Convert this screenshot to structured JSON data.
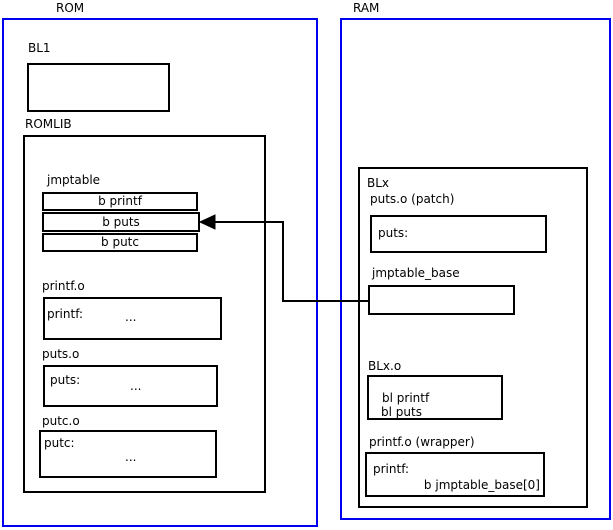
{
  "rom": {
    "title": "ROM",
    "bl1_label": "BL1",
    "romlib_label": "ROMLIB",
    "jmptable": {
      "label": "jmptable",
      "rows": [
        "b printf",
        "b puts",
        "b putc"
      ]
    },
    "printf_o": {
      "label": "printf.o",
      "symbol": "printf:",
      "ellipsis": "..."
    },
    "puts_o": {
      "label": "puts.o",
      "symbol": "puts:",
      "ellipsis": "..."
    },
    "putc_o": {
      "label": "putc.o",
      "symbol": "putc:",
      "ellipsis": "..."
    }
  },
  "ram": {
    "title": "RAM",
    "blx_label": "BLx",
    "puts_patch": {
      "label": "puts.o (patch)",
      "symbol": "puts:"
    },
    "jmptable_base_label": "jmptable_base",
    "blx_o": {
      "label": "BLx.o",
      "lines": [
        "bl printf",
        "bl puts"
      ]
    },
    "printf_wrapper": {
      "label": "printf.o (wrapper)",
      "symbol": "printf:",
      "branch": "b jmptable_base[0]"
    }
  },
  "colors": {
    "frame_blue": "#0000f0",
    "line_black": "#000000"
  }
}
